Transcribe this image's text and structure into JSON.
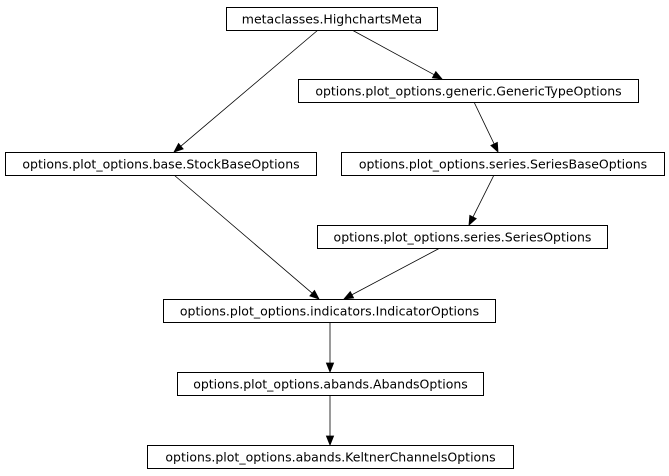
{
  "diagram": {
    "type": "class-inheritance-graph",
    "nodes": [
      {
        "id": "meta",
        "label": "metaclasses.HighchartsMeta"
      },
      {
        "id": "generic",
        "label": "options.plot_options.generic.GenericTypeOptions"
      },
      {
        "id": "stockbase",
        "label": "options.plot_options.base.StockBaseOptions"
      },
      {
        "id": "seriesbase",
        "label": "options.plot_options.series.SeriesBaseOptions"
      },
      {
        "id": "series",
        "label": "options.plot_options.series.SeriesOptions"
      },
      {
        "id": "indicator",
        "label": "options.plot_options.indicators.IndicatorOptions"
      },
      {
        "id": "abands",
        "label": "options.plot_options.abands.AbandsOptions"
      },
      {
        "id": "keltner",
        "label": "options.plot_options.abands.KeltnerChannelsOptions"
      }
    ],
    "edges": [
      {
        "from": "meta",
        "to": "generic"
      },
      {
        "from": "meta",
        "to": "stockbase"
      },
      {
        "from": "generic",
        "to": "seriesbase"
      },
      {
        "from": "seriesbase",
        "to": "series"
      },
      {
        "from": "stockbase",
        "to": "indicator"
      },
      {
        "from": "series",
        "to": "indicator"
      },
      {
        "from": "indicator",
        "to": "abands"
      },
      {
        "from": "abands",
        "to": "keltner"
      }
    ]
  }
}
